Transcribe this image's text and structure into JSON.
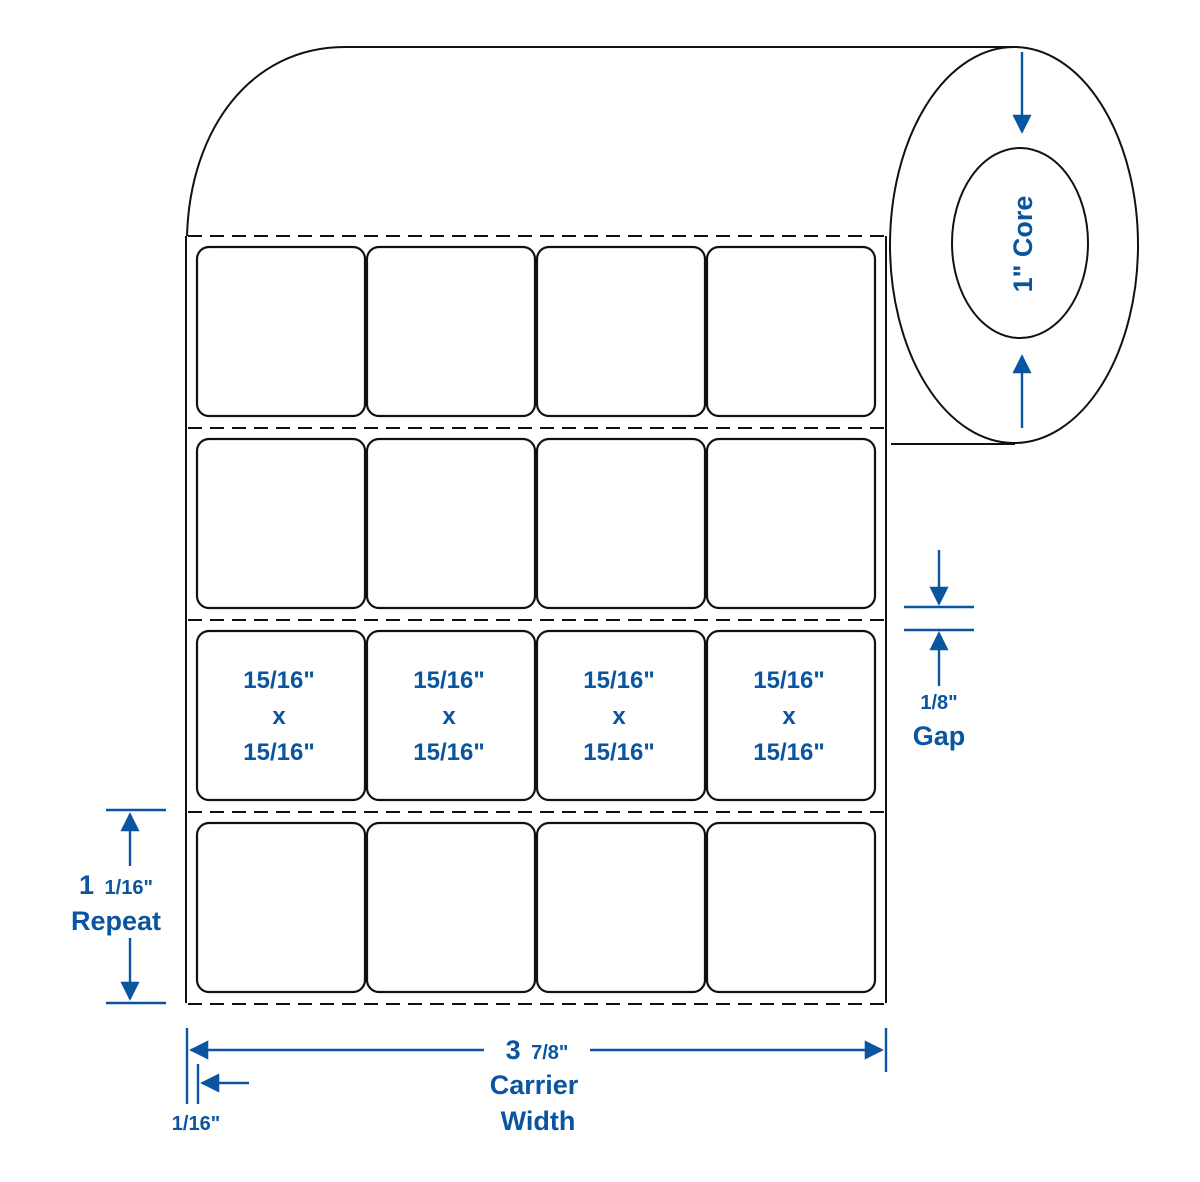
{
  "diagram": {
    "title": "Label roll layout",
    "colors": {
      "dimension": "#0a55a0",
      "outline": "#111111",
      "background": "#ffffff"
    },
    "core": {
      "label": "1\" Core"
    },
    "labels": {
      "rows": 4,
      "columns": 4,
      "size_line1": "15/16\"",
      "size_x": "x",
      "size_line2": "15/16\""
    },
    "gap": {
      "value": "1/8\"",
      "word": "Gap"
    },
    "repeat": {
      "value_whole": "1",
      "value_fraction": "1/16\"",
      "word": "Repeat"
    },
    "carrier": {
      "value_whole": "3",
      "value_fraction": "7/8\"",
      "word1": "Carrier",
      "word2": "Width"
    },
    "margin": {
      "value": "1/16\""
    }
  }
}
